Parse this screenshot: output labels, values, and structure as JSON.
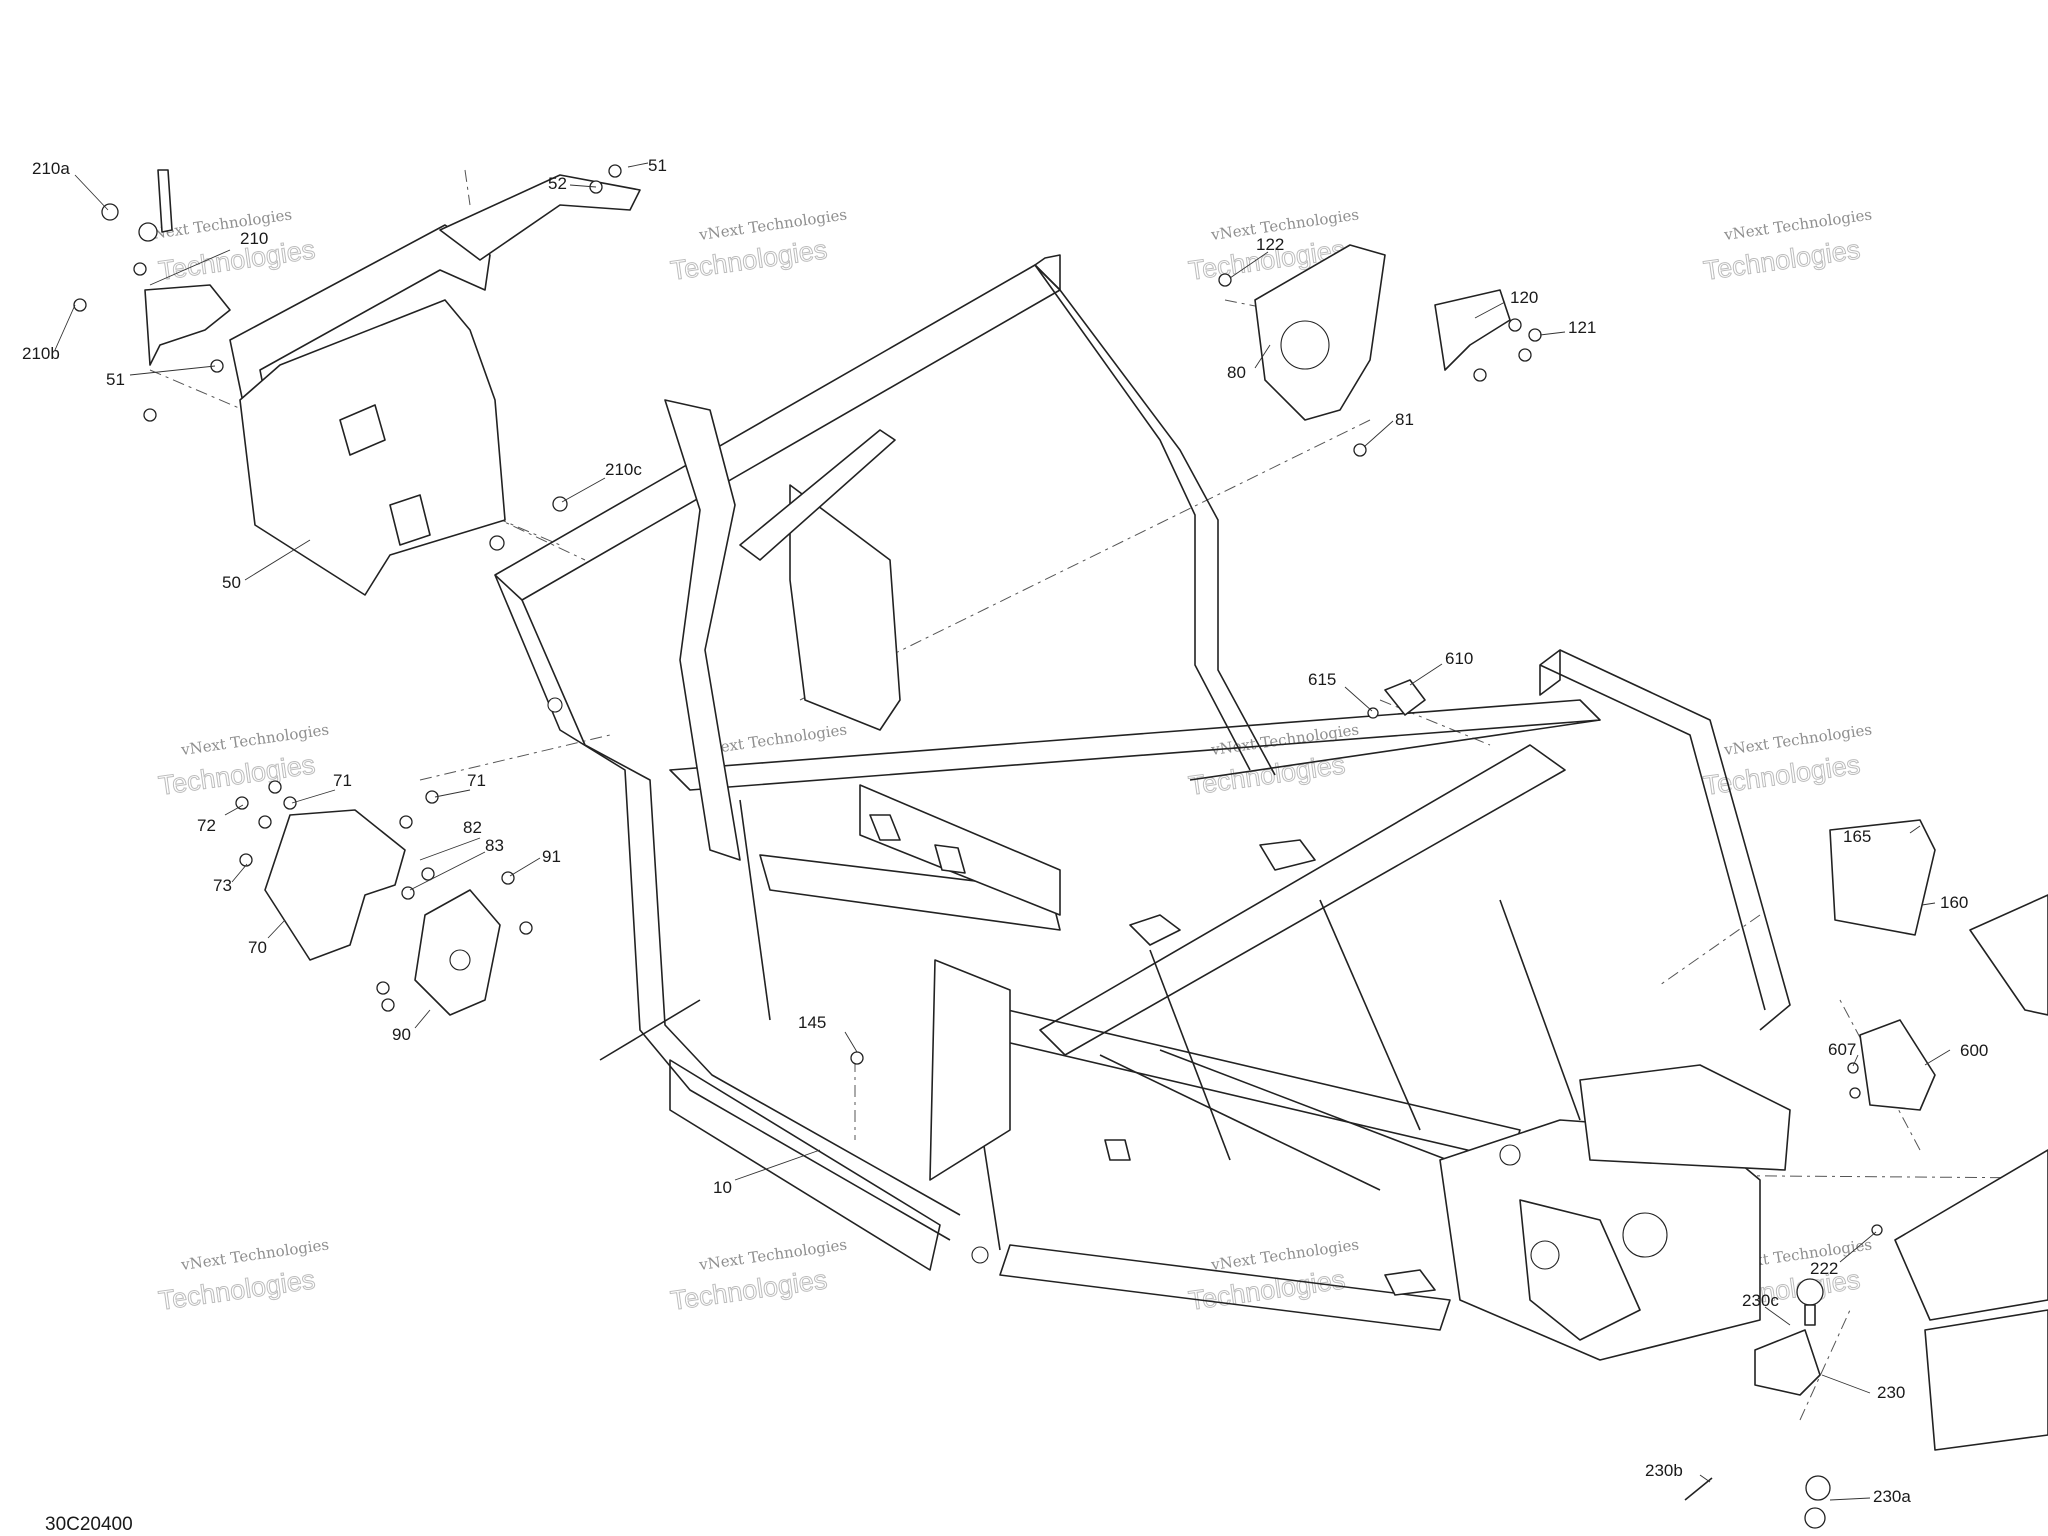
{
  "diagram": {
    "drawing_id": "30C20400",
    "watermark": {
      "line1": "vNext Technologies",
      "line2": "Technologies"
    },
    "callouts": [
      "210a",
      "210",
      "210b",
      "51",
      "52",
      "51",
      "210c",
      "50",
      "122",
      "120",
      "121",
      "80",
      "81",
      "615",
      "610",
      "71",
      "71",
      "72",
      "73",
      "82",
      "83",
      "91",
      "70",
      "90",
      "145",
      "10",
      "165",
      "160",
      "607",
      "600",
      "222",
      "230c",
      "230b",
      "230",
      "230a"
    ]
  }
}
